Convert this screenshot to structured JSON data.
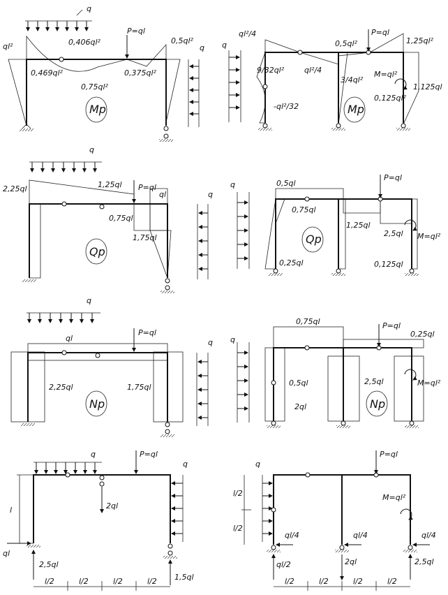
{
  "labels": {
    "p1_q": "q",
    "p1_ql2": "ql²",
    "p1_406": "0,406ql²",
    "p1_P": "P=ql",
    "p1_05": "0,5ql²",
    "p1_469": "0,469ql²",
    "p1_075": "0,75ql²",
    "p1_375": "0,375ql²",
    "p1_q_side": "q",
    "p1_M": "Mp",
    "p2_q_left": "q",
    "p2_ql24": "ql²/4",
    "p2_05": "0,5ql²",
    "p2_P": "P=ql",
    "p2_125": "1,25ql²",
    "p2_932": "9/32ql²",
    "p2_ql24b": "ql²/4",
    "p2_34": "3/4ql²",
    "p2_Mql2": "M=ql²",
    "p2_1125": "1,125ql",
    "p2_m32": "-ql²/32",
    "p2_0125": "0,125ql²",
    "p2_M": "Mp",
    "p3_q": "q",
    "p3_225": "2,25ql",
    "p3_125": "1,25ql",
    "p3_P": "P=ql",
    "p3_ql": "ql",
    "p3_075": "0,75ql",
    "p3_175": "1,75ql",
    "p3_q_side": "q",
    "p3_Q": "Qp",
    "p4_q": "q",
    "p4_05": "0,5ql",
    "p4_P": "P=ql",
    "p4_075": "0,75ql",
    "p4_125": "1,25ql",
    "p4_25": "2,5ql",
    "p4_M": "M=ql²",
    "p4_025": "0,25ql",
    "p4_0125": "0,125ql",
    "p4_Q": "Qp",
    "p5_q": "q",
    "p5_ql": "ql",
    "p5_P": "P=ql",
    "p5_225": "2,25ql",
    "p5_175": "1,75ql",
    "p5_q_side": "q",
    "p5_N": "Np",
    "p6_q": "q",
    "p6_075": "0,75ql",
    "p6_P": "P=ql",
    "p6_025": "0,25ql",
    "p6_05": "0,5ql",
    "p6_25": "2,5ql",
    "p6_M": "M=ql²",
    "p6_2ql": "2ql",
    "p6_N": "Np",
    "p7_q": "q",
    "p7_P": "P=ql",
    "p7_q_side": "q",
    "p7_l": "l",
    "p7_2ql": "2ql",
    "p7_ql": "ql",
    "p7_25": "2,5ql",
    "p7_15": "1,5ql",
    "p7_d1": "l/2",
    "p7_d2": "l/2",
    "p7_d3": "l/2",
    "p7_d4": "l/2",
    "p8_q": "q",
    "p8_P": "P=ql",
    "p8_M": "M=ql²",
    "p8_l2a": "l/2",
    "p8_l2b": "l/2",
    "p8_ql4a": "ql/4",
    "p8_ql4b": "ql/4",
    "p8_ql4c": "ql/4",
    "p8_ql2": "ql/2",
    "p8_2ql": "2ql",
    "p8_25": "2,5ql",
    "p8_d1": "l/2",
    "p8_d2": "l/2",
    "p8_d3": "l/2",
    "p8_d4": "l/2"
  }
}
